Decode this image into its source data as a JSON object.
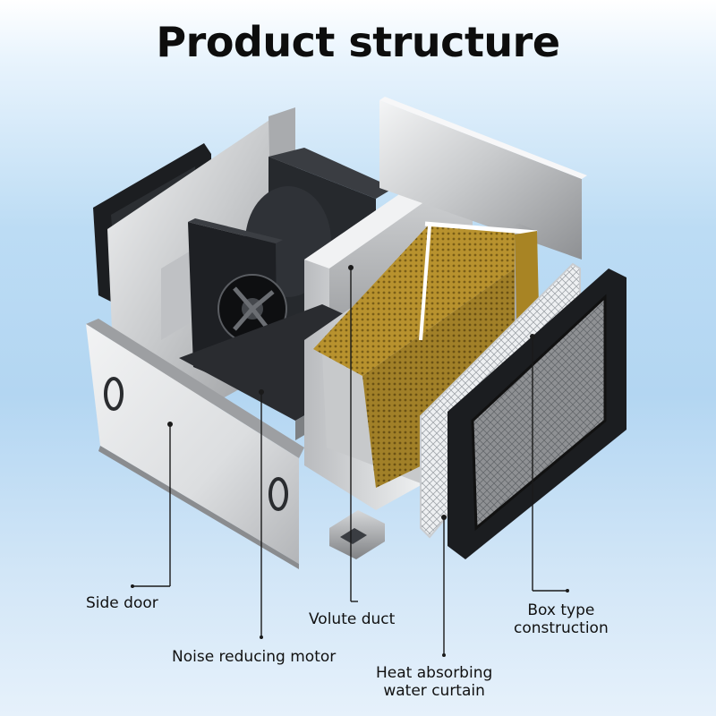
{
  "title": "Product structure",
  "callouts": {
    "side_door": "Side door",
    "noise_motor": "Noise reducing motor",
    "volute_duct": "Volute duct",
    "water_curtain": [
      "Heat absorbing",
      "water curtain"
    ],
    "box_construction": [
      "Box type",
      "construction"
    ]
  },
  "colors": {
    "steel_light": "#e8e9ea",
    "steel_dark": "#8d8f92",
    "frame_black": "#1b1d20",
    "curtain_gold": "#b8922e",
    "leader_line": "#1a1a1a"
  }
}
